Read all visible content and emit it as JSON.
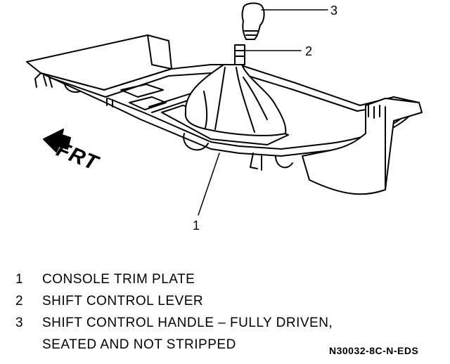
{
  "diagram": {
    "direction_label": "FRT",
    "callouts": [
      "3",
      "2",
      "1"
    ]
  },
  "legend": [
    {
      "number": "1",
      "text": "CONSOLE TRIM PLATE"
    },
    {
      "number": "2",
      "text": "SHIFT CONTROL LEVER"
    },
    {
      "number": "3",
      "text": "SHIFT CONTROL HANDLE – FULLY DRIVEN,",
      "continuation": "SEATED AND NOT STRIPPED"
    }
  ],
  "figure_id": "N30032-8C-N-EDS"
}
